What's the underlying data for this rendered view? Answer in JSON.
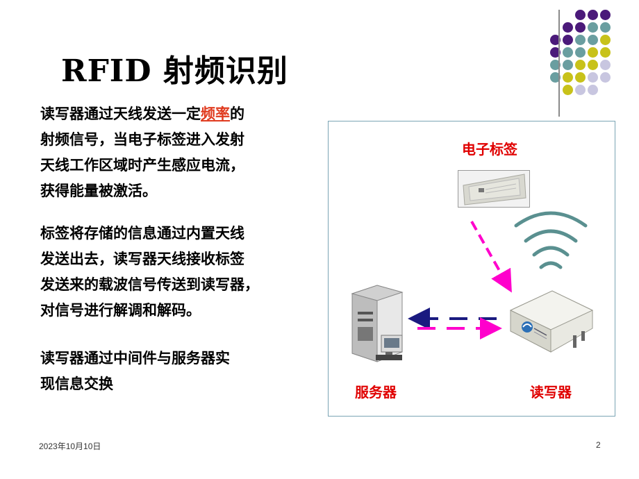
{
  "title": "RFID 射频识别",
  "paragraphs": [
    {
      "lines": [
        {
          "pre": "读写器通过天线发送一定",
          "hl": "频率",
          "post": "的"
        },
        {
          "pre": "射频信号，当电子标签进入发射",
          "hl": "",
          "post": ""
        },
        {
          "pre": "天线工作区域时产生感应电流，",
          "hl": "",
          "post": ""
        },
        {
          "pre": "获得能量被激活。",
          "hl": "",
          "post": ""
        }
      ]
    },
    {
      "lines": [
        {
          "pre": "标签将存储的信息通过内置天线",
          "hl": "",
          "post": ""
        },
        {
          "pre": "发送出去，读写器天线接收标签",
          "hl": "",
          "post": ""
        },
        {
          "pre": "发送来的载波信号传送到读写器，",
          "hl": "",
          "post": ""
        },
        {
          "pre": "对信号进行解调和解码。",
          "hl": "",
          "post": ""
        }
      ]
    },
    {
      "lines": [
        {
          "pre": "读写器通过中间件与服务器实",
          "hl": "",
          "post": ""
        },
        {
          "pre": "现信息交换",
          "hl": "",
          "post": ""
        }
      ]
    }
  ],
  "diagram": {
    "tag_label": "电子标签",
    "server_label": "服务器",
    "reader_label": "读写器"
  },
  "footer": {
    "date": "2023年10月10日",
    "page": "2"
  },
  "colors": {
    "purple": "#4b1a7a",
    "teal": "#6a9ea0",
    "olive": "#c8c21a",
    "lavender": "#c8c6e0",
    "highlight": "#e03a1e",
    "label_red": "#e00000",
    "arrow_magenta": "#ff00cc",
    "arrow_navy": "#1a1a80",
    "signal_teal": "#5a9090"
  }
}
